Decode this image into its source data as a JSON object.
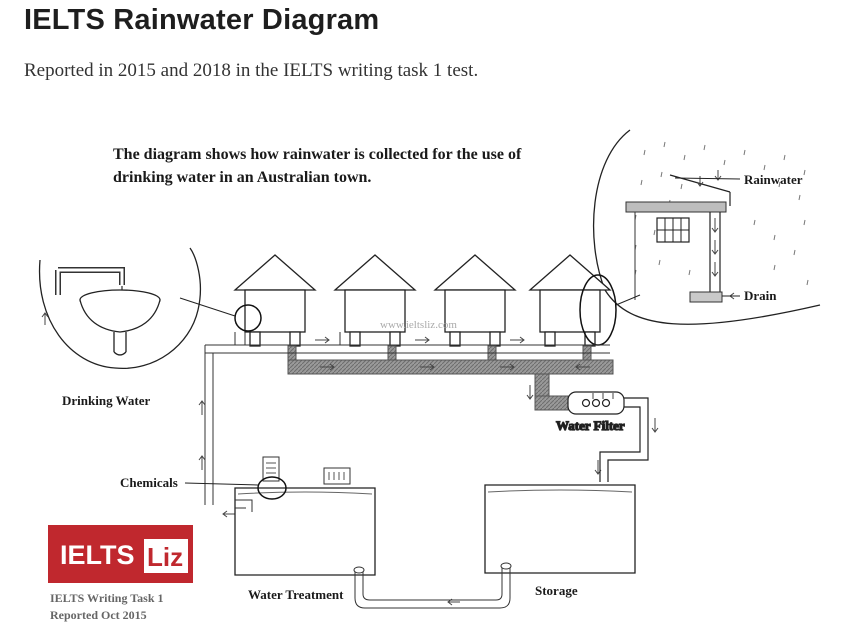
{
  "page": {
    "title": "IELTS Rainwater Diagram",
    "subtitle": "Reported in 2015 and 2018 in the IELTS writing task 1 test."
  },
  "diagram": {
    "heading_line1": "The diagram shows how rainwater is collected for the use of",
    "heading_line2": "drinking water in an Australian town.",
    "watermark": "www.ieltsliz.com",
    "labels": {
      "rainwater": "Rainwater",
      "drain": "Drain",
      "drinking_water": "Drinking Water",
      "water_filter": "Water Filter",
      "chemicals": "Chemicals",
      "water_treatment": "Water Treatment",
      "storage": "Storage"
    },
    "logo": {
      "word1": "IELTS",
      "word2": "Liz",
      "brand_color": "#c0282e"
    },
    "footer": {
      "line1": "IELTS Writing Task 1",
      "line2": "Reported Oct 2015"
    }
  }
}
